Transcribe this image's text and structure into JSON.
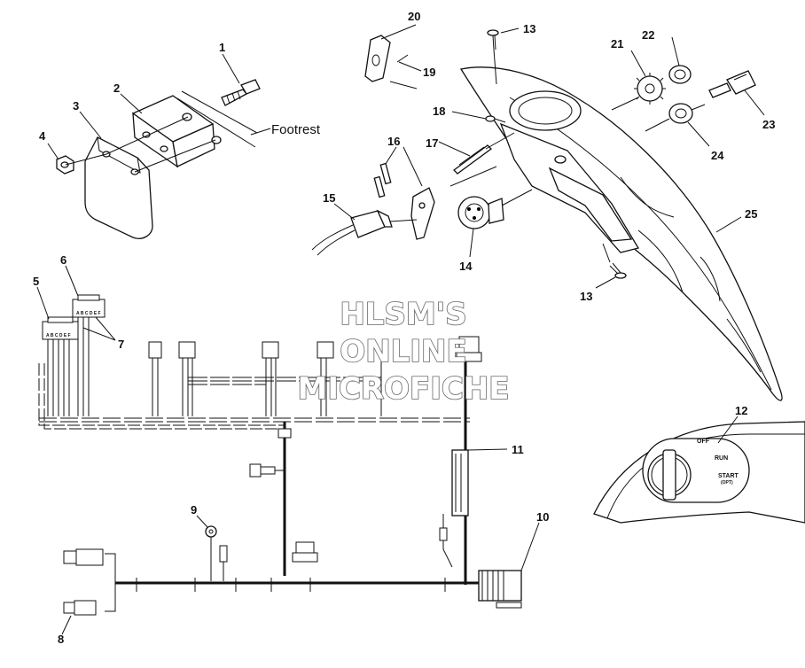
{
  "callouts": {
    "c1": "1",
    "c2": "2",
    "c3": "3",
    "c4": "4",
    "c5": "5",
    "c6": "6",
    "c7": "7",
    "c8": "8",
    "c9": "9",
    "c10": "10",
    "c11": "11",
    "c12": "12",
    "c13a": "13",
    "c13b": "13",
    "c14": "14",
    "c15": "15",
    "c16": "16",
    "c17": "17",
    "c18": "18",
    "c19": "19",
    "c20": "20",
    "c21": "21",
    "c22": "22",
    "c23": "23",
    "c24": "24",
    "c25": "25"
  },
  "labels": {
    "footrest": "Footrest",
    "switch_off": "OFF",
    "switch_run": "RUN",
    "switch_start": "START",
    "switch_start_sub": "(OPT)",
    "connector_pins_a": "A B C D E F",
    "connector_pins_b": "A B C D E F"
  },
  "watermark": {
    "line1": "HLSM'S",
    "line2": "ONLINE",
    "line3": "MICROFICHE"
  }
}
